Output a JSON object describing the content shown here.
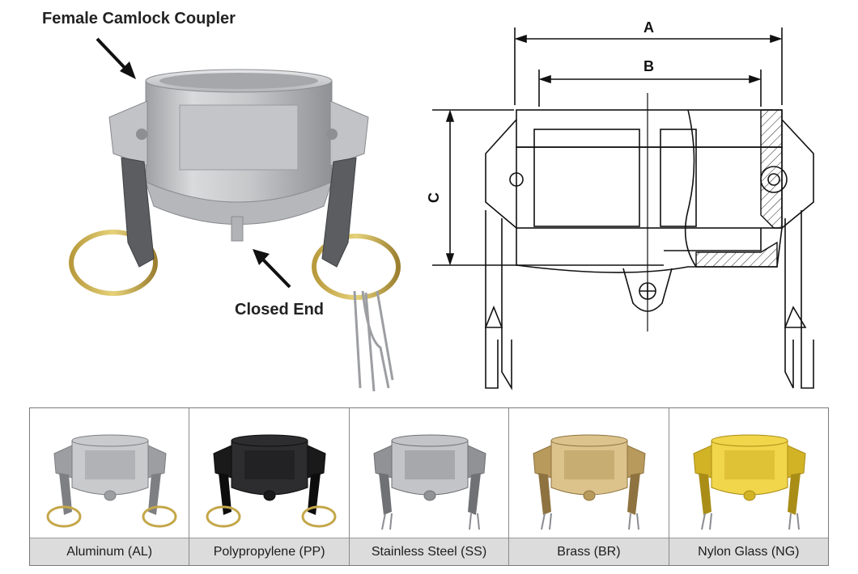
{
  "photo": {
    "coupler_label": "Female Camlock Coupler",
    "end_label": "Closed End"
  },
  "drawing": {
    "dim_a": "A",
    "dim_b": "B",
    "dim_c": "C"
  },
  "materials": [
    {
      "label": "Aluminum (AL)",
      "body": "#c9cacc",
      "shade": "#9c9ea2",
      "dark": "#7d7f83"
    },
    {
      "label": "Polypropylene (PP)",
      "body": "#2d2d2f",
      "shade": "#1a1a1b",
      "dark": "#0d0d0e"
    },
    {
      "label": "Stainless Steel (SS)",
      "body": "#c3c4c7",
      "shade": "#909296",
      "dark": "#6f7175"
    },
    {
      "label": "Brass (BR)",
      "body": "#dcc38c",
      "shade": "#b89a5c",
      "dark": "#8e7340"
    },
    {
      "label": "Nylon Glass (NG)",
      "body": "#f1d54a",
      "shade": "#d2b326",
      "dark": "#a98d16"
    }
  ]
}
